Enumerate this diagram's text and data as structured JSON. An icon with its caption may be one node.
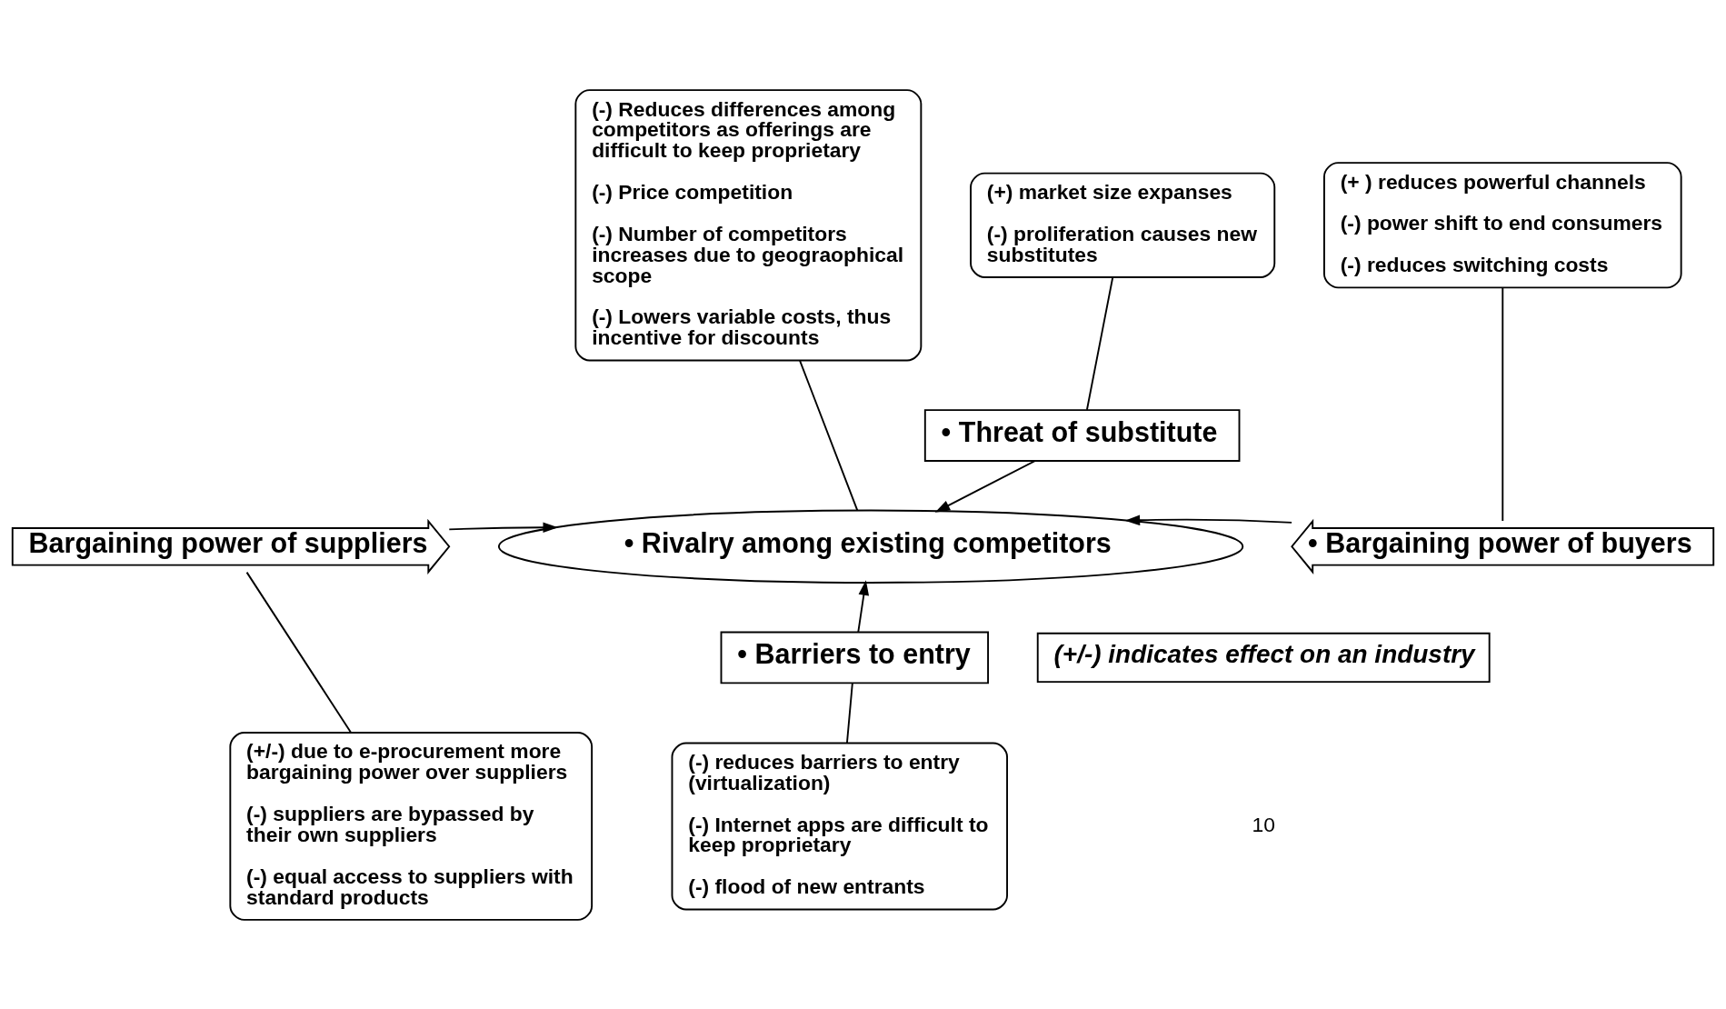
{
  "diagram": {
    "nodes": [
      {
        "text": [
          "(-) Reduces differences among competitors as offerings are difficult to keep proprietary",
          "(-) Price competition",
          "(-) Number of competitors increases due to geograophical scope",
          "(-) Lowers variable costs, thus incentive for discounts"
        ]
      },
      {
        "text": [
          "(+) market size expanses",
          "(-) proliferation causes new substitutes"
        ]
      },
      {
        "text": [
          "(+ ) reduces powerful channels",
          "(-) power shift to end consumers",
          "(-) reduces switching costs"
        ]
      },
      {
        "text": [
          "• Threat of substitute"
        ]
      },
      {
        "text": [
          "• Rivalry among existing competitors"
        ]
      },
      {
        "text": [
          "Bargaining power of suppliers"
        ]
      },
      {
        "text": [
          "• Bargaining power of buyers"
        ]
      },
      {
        "text": [
          "• Barriers to entry"
        ]
      },
      {
        "text": [
          "(+/-) due to e-procurement more bargaining power over suppliers",
          "(-) suppliers are bypassed by their own suppliers",
          "(-) equal access to suppliers with standard products"
        ]
      },
      {
        "text": [
          "(-) reduces barriers to entry (virtualization)",
          "(-) Internet apps are difficult to keep proprietary",
          "(-) flood of new entrants"
        ]
      },
      {
        "text": [
          "(+/-) indicates effect on an industry"
        ]
      }
    ],
    "edges": [
      {
        "from": 3,
        "to": 4,
        "arrow": "to"
      },
      {
        "from": 5,
        "to": 4,
        "arrow": "to"
      },
      {
        "from": 6,
        "to": 4,
        "arrow": "to"
      },
      {
        "from": 7,
        "to": 4,
        "arrow": "to"
      },
      {
        "from": 0,
        "to": 4,
        "arrow": "none"
      },
      {
        "from": 1,
        "to": 3,
        "arrow": "none"
      },
      {
        "from": 2,
        "to": 6,
        "arrow": "none"
      },
      {
        "from": 8,
        "to": 5,
        "arrow": "none"
      },
      {
        "from": 9,
        "to": 7,
        "arrow": "none"
      }
    ],
    "labels": [
      "10"
    ]
  }
}
